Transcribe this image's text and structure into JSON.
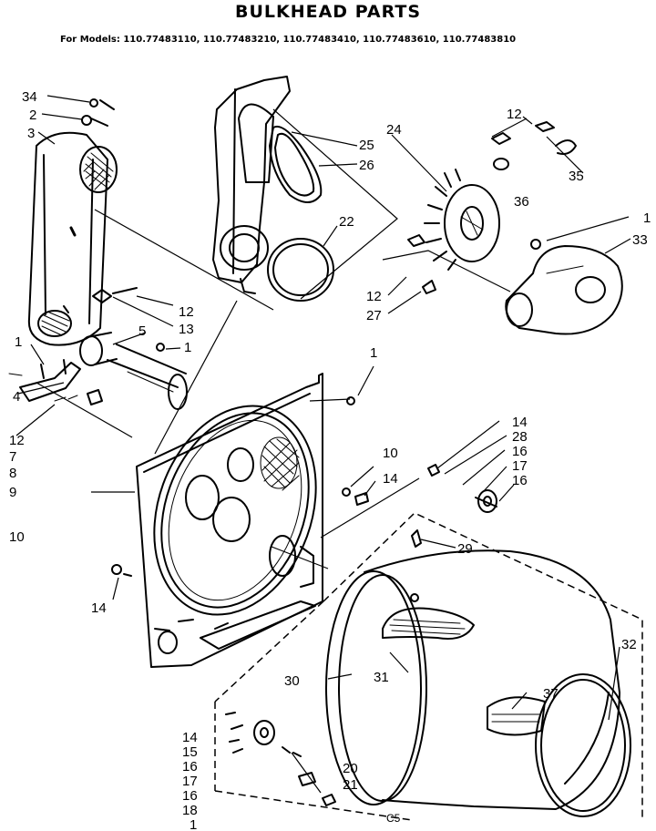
{
  "header": {
    "title": "BULKHEAD PARTS",
    "models": "For Models: 110.77483110, 110.77483210, 110.77483410, 110.77483610, 110.77483810"
  },
  "footer": {
    "code": "C5"
  },
  "callouts": {
    "c34": "34",
    "c2": "2",
    "c3": "3",
    "c24": "24",
    "c25": "25",
    "c26": "26",
    "c22": "22",
    "c12a": "12",
    "c35": "35",
    "c36": "36",
    "c1a": "1",
    "c33": "33",
    "c12b": "12",
    "c27": "27",
    "c12c": "12",
    "c13": "13",
    "c5": "5",
    "c1b": "1",
    "c1c": "1",
    "c4": "4",
    "c12d": "12",
    "c7": "7",
    "c8": "8",
    "c9": "9",
    "c10a": "10",
    "c1d": "1",
    "c10b": "10",
    "c14a": "14",
    "c14b": "14",
    "c28": "28",
    "c16a": "16",
    "c17a": "17",
    "c16b": "16",
    "c29": "29",
    "c14c": "14",
    "c32": "32",
    "c30": "30",
    "c31": "31",
    "c37": "37",
    "c14d": "14",
    "c15": "15",
    "c16c": "16",
    "c17b": "17",
    "c16d": "16",
    "c18": "18",
    "c1e": "1",
    "c20": "20",
    "c21": "21"
  }
}
